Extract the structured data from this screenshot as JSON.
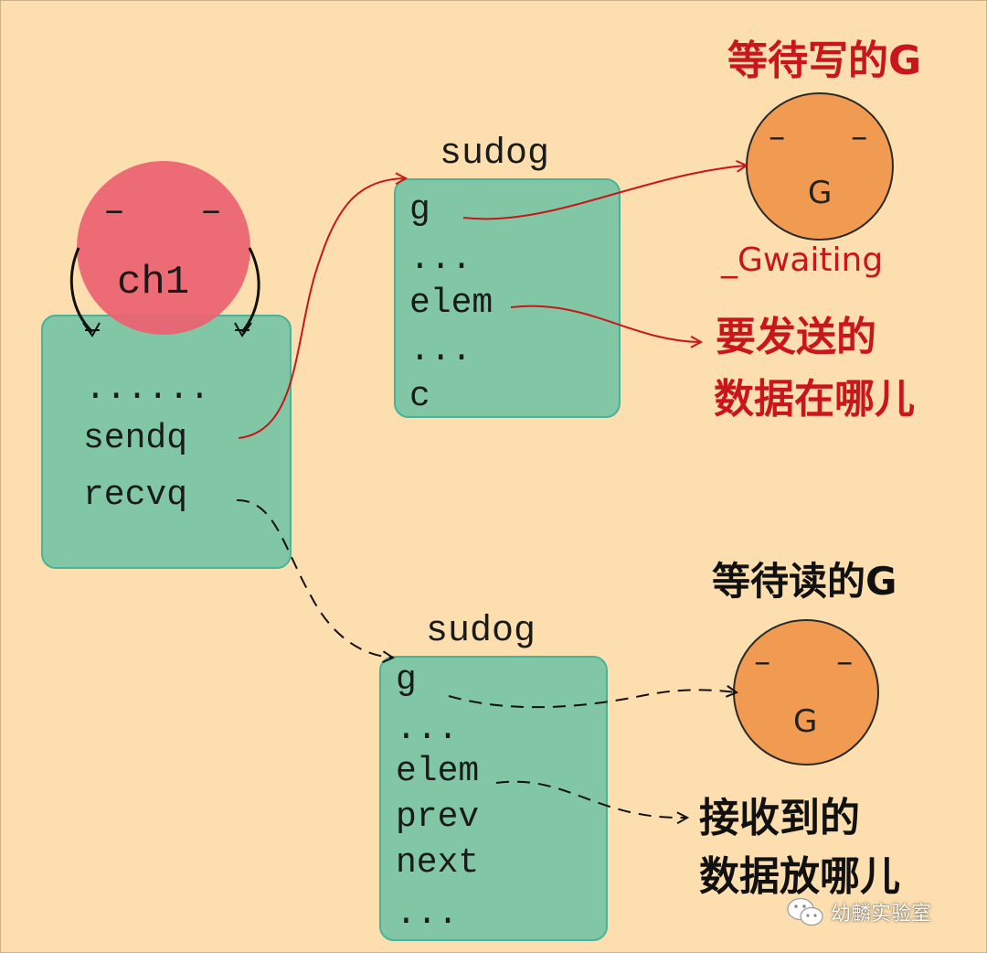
{
  "channel": {
    "name": "ch1",
    "fields": [
      "......",
      "sendq",
      "recvq"
    ]
  },
  "send_sudog": {
    "title": "sudog",
    "fields": [
      "g",
      "...",
      "elem",
      "...",
      "c"
    ]
  },
  "recv_sudog": {
    "title": "sudog",
    "fields": [
      "g",
      "...",
      "elem",
      "prev",
      "next",
      "..."
    ]
  },
  "writer_g": {
    "heading": "等待写的G",
    "label": "G",
    "state": "_Gwaiting",
    "elem_note_line1": "要发送的",
    "elem_note_line2": "数据在哪儿"
  },
  "reader_g": {
    "heading": "等待读的G",
    "label": "G",
    "elem_note_line1": "接收到的",
    "elem_note_line2": "数据放哪儿"
  },
  "watermark": {
    "text": "幼麟实验室",
    "icon": "wechat-icon"
  },
  "colors": {
    "background": "#fddfaf",
    "box_fill": "#82c7a5",
    "box_border": "#48b39a",
    "channel_circle": "#ec6270",
    "goroutine_circle": "#f09a52",
    "send_annotation": "#c8161b",
    "recv_annotation": "#111111"
  }
}
